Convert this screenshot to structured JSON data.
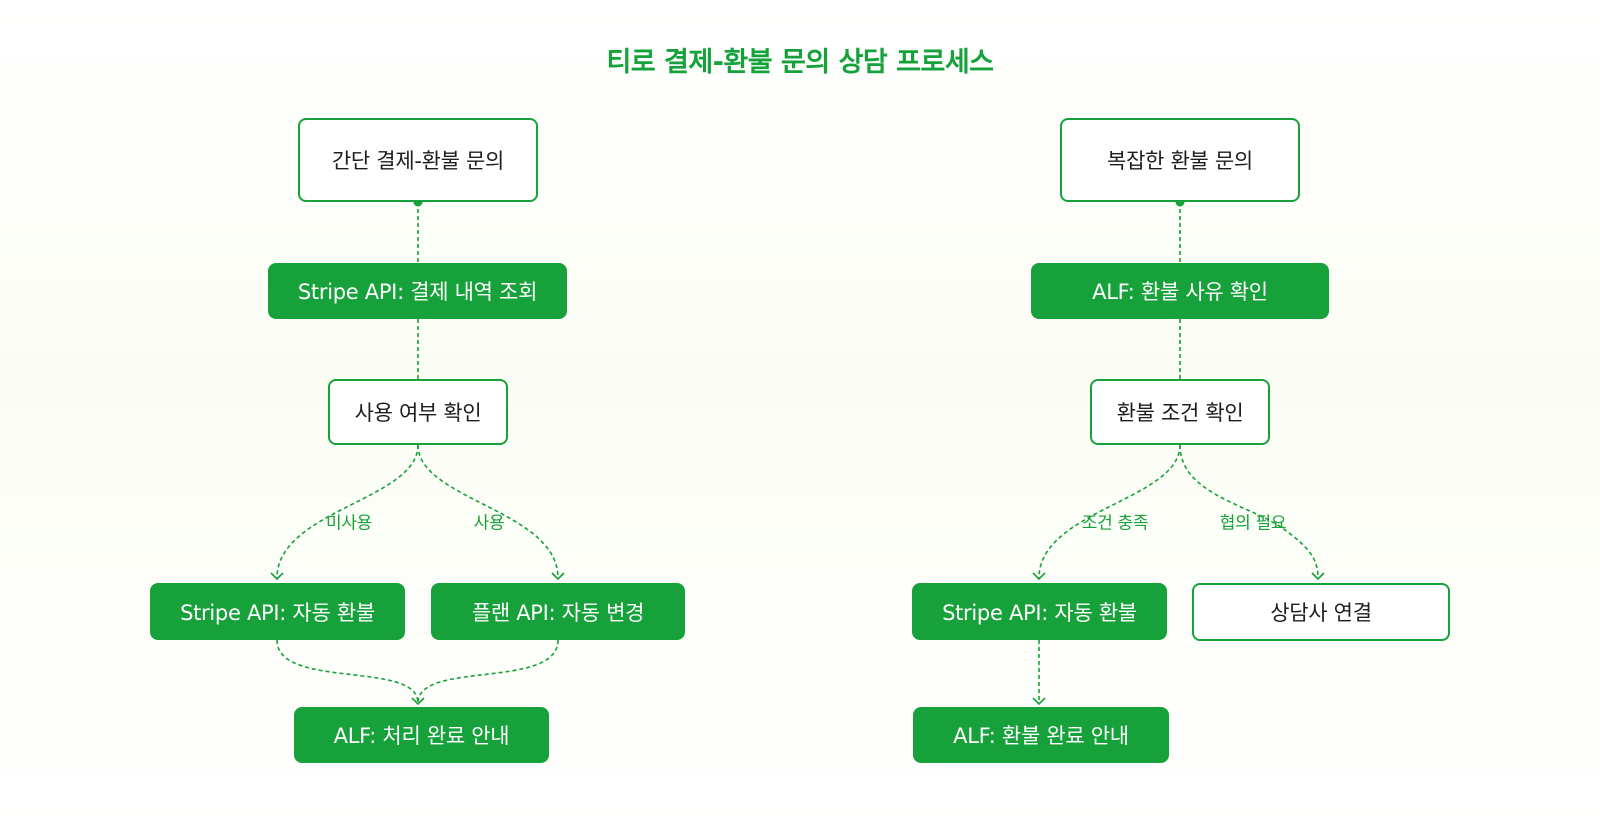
{
  "title": "티로 결제-환불 문의 상담 프로세스",
  "colors": {
    "accent": "#16a13a",
    "text": "#1d1d1d",
    "background": "#fbfdf4"
  },
  "left_flow": {
    "start": "간단 결제-환불 문의",
    "lookup": "Stripe API: 결제 내역 조회",
    "decision": "사용 여부 확인",
    "branch_unused_label": "미사용",
    "branch_used_label": "사용",
    "auto_refund": "Stripe API: 자동 환불",
    "plan_change": "플랜 API: 자동 변경",
    "done": "ALF: 처리 완료 안내"
  },
  "right_flow": {
    "start": "복잡한 환불 문의",
    "reason_check": "ALF: 환불 사유 확인",
    "decision": "환불 조건 확인",
    "branch_met_label": "조건 충족",
    "branch_consult_label": "협의 필요",
    "auto_refund": "Stripe API: 자동 환불",
    "agent": "상담사 연결",
    "done": "ALF: 환불 완료 안내"
  }
}
